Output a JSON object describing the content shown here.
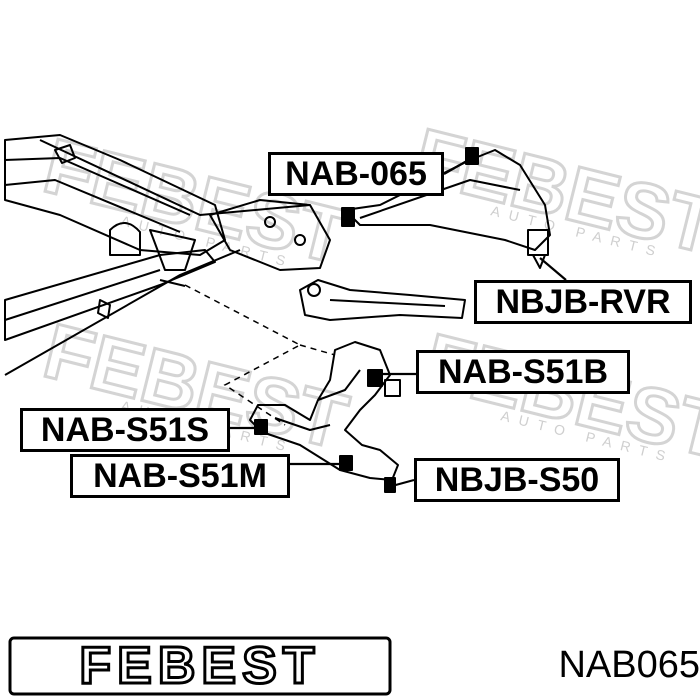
{
  "callouts": {
    "nab_065": "NAB-065",
    "nbjb_rvr": "NBJB-RVR",
    "nab_s51b": "NAB-S51B",
    "nab_s51s": "NAB-S51S",
    "nab_s51m": "NAB-S51M",
    "nbjb_s50": "NBJB-S50"
  },
  "watermark": {
    "brand": "FEBEST",
    "subtext": "AUTO PARTS"
  },
  "brand_logo": "FEBEST",
  "part_number": "NAB065",
  "colors": {
    "ink": "#000000",
    "watermark": "#d4d4d4",
    "background": "#ffffff"
  }
}
